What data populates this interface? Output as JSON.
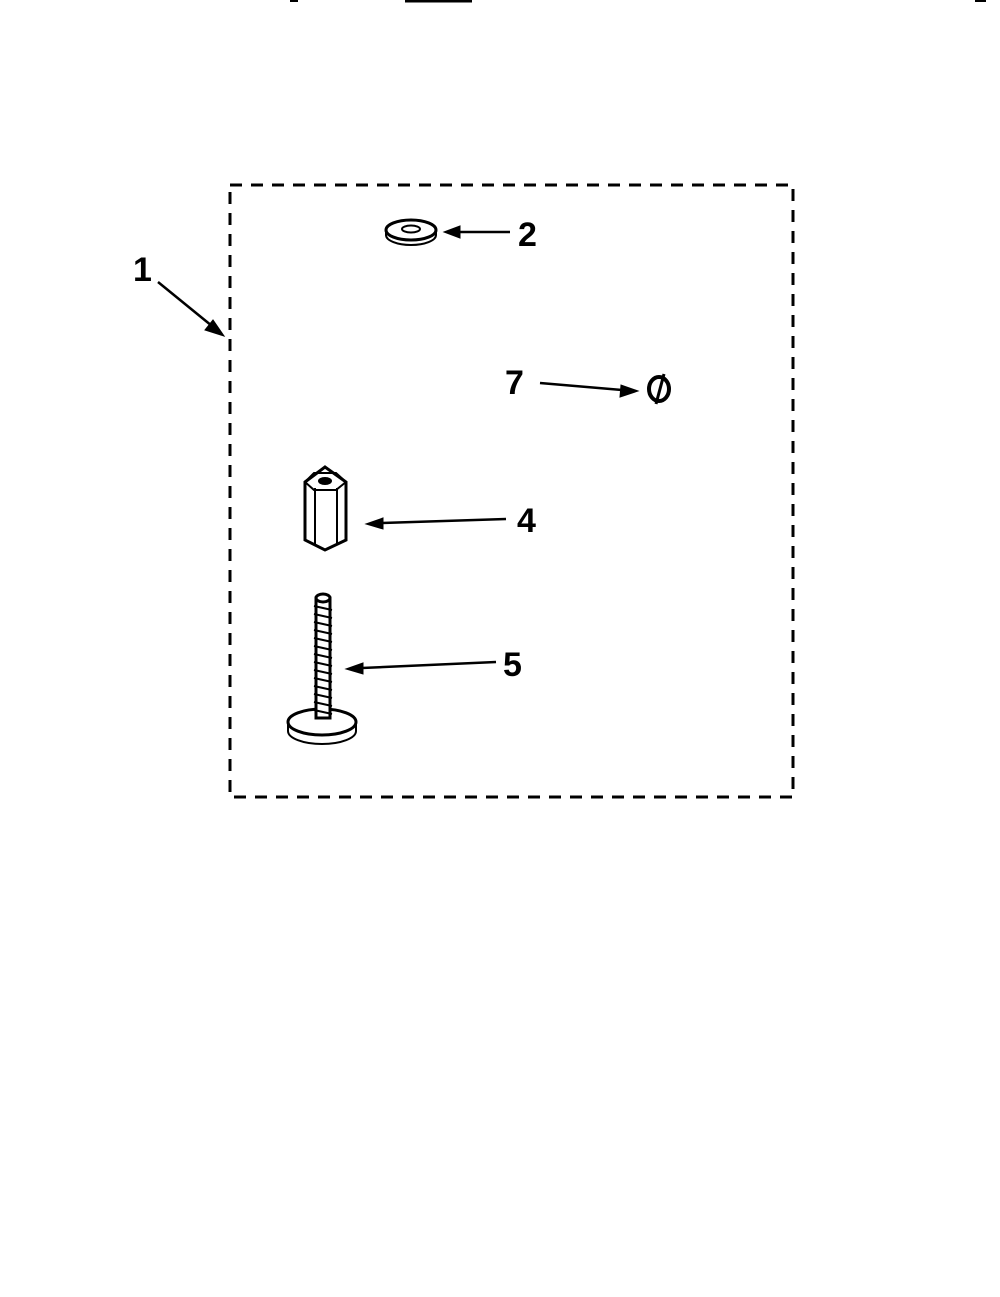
{
  "callouts": {
    "kit": "1",
    "washer": "2",
    "spacer": "4",
    "screw": "5",
    "clip": "7"
  },
  "colors": {
    "line": "#000000",
    "background": "#ffffff"
  }
}
